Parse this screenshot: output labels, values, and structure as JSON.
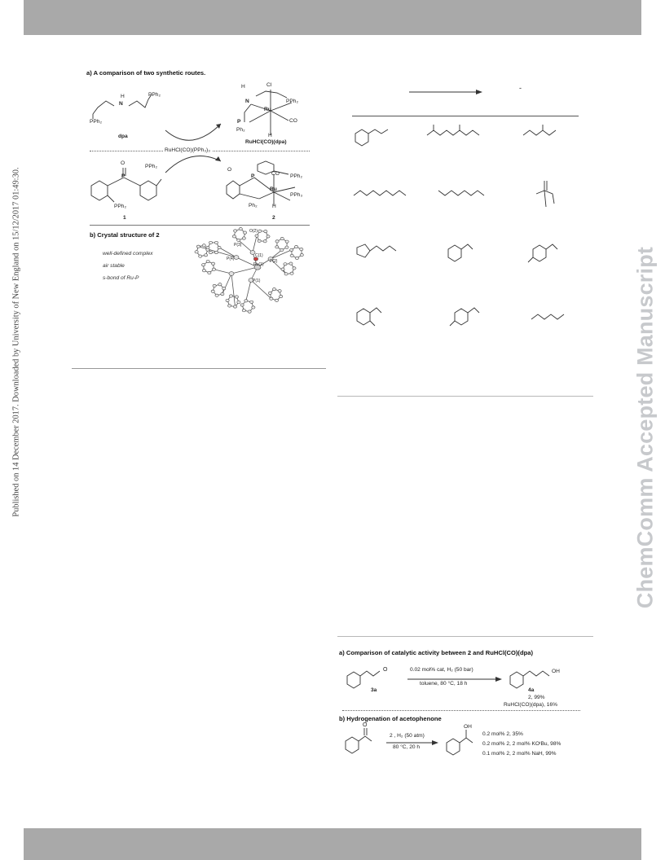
{
  "side_note": "Published on 14 December 2017. Downloaded by University of New England on 15/12/2017 01:49:30.",
  "watermark": "ChemComm Accepted Manuscript",
  "figure1": {
    "panel_a_title": "a) A comparison of two synthetic routes.",
    "dpa_label": "dpa",
    "ruhcl_label": "RuHCl(CO)(dpa)",
    "reagent": "RuHCl(CO)(PPh₃)₃",
    "compound1": "1",
    "compound2": "2",
    "atoms": {
      "H": "H",
      "N": "N",
      "Cl": "Cl",
      "PPh2": "PPh₂",
      "Ru": "Ru",
      "P": "P",
      "Ph2": "Ph₂",
      "CO": "CO",
      "O": "O",
      "Ph2b": "Ph₂",
      "PPh3": "PPh₃"
    },
    "panel_b_title": "b) Crystal structure of 2",
    "features": [
      "well-defined complex",
      "air stable",
      "s-bond of Ru-P"
    ],
    "xray_labels": [
      "O(2)",
      "P(3)",
      "P(4)",
      "Ru(1)",
      "P(2)",
      "P(1)",
      "C(1)"
    ]
  },
  "table": {
    "arrow_note": "-"
  },
  "figure2": {
    "panel_a_title": "a) Comparison of catalytic activity between 2 and RuHCl(CO)(dpa)",
    "cond_top": "0.02 mol% cat, H₂ (50 bar)",
    "cond_bottom": "toluene, 80 °C, 18 h",
    "label_3a": "3a",
    "label_4a": "4a",
    "result_1": "2, 99%",
    "result_2": "RuHCl(CO)(dpa), 16%",
    "oh_label": "OH",
    "panel_b_title": "b) Hydrogenation of acetophenone",
    "cond2_top": "2 , H₂ (50 atm)",
    "cond2_bottom": "80 °C, 20 h",
    "ketone_O": "O",
    "alcohol_OH": "OH",
    "results_b": [
      "0.2 mol% 2, 35%",
      "0.2 mol% 2, 2 mol% KOᵗBu, 98%",
      "0.1 mol% 2, 2 mol% NaH, 99%"
    ]
  },
  "colors": {
    "header_bar": "#a9a9a9",
    "watermark": "#c7c9cc",
    "ox_red": "#d23c3c"
  }
}
